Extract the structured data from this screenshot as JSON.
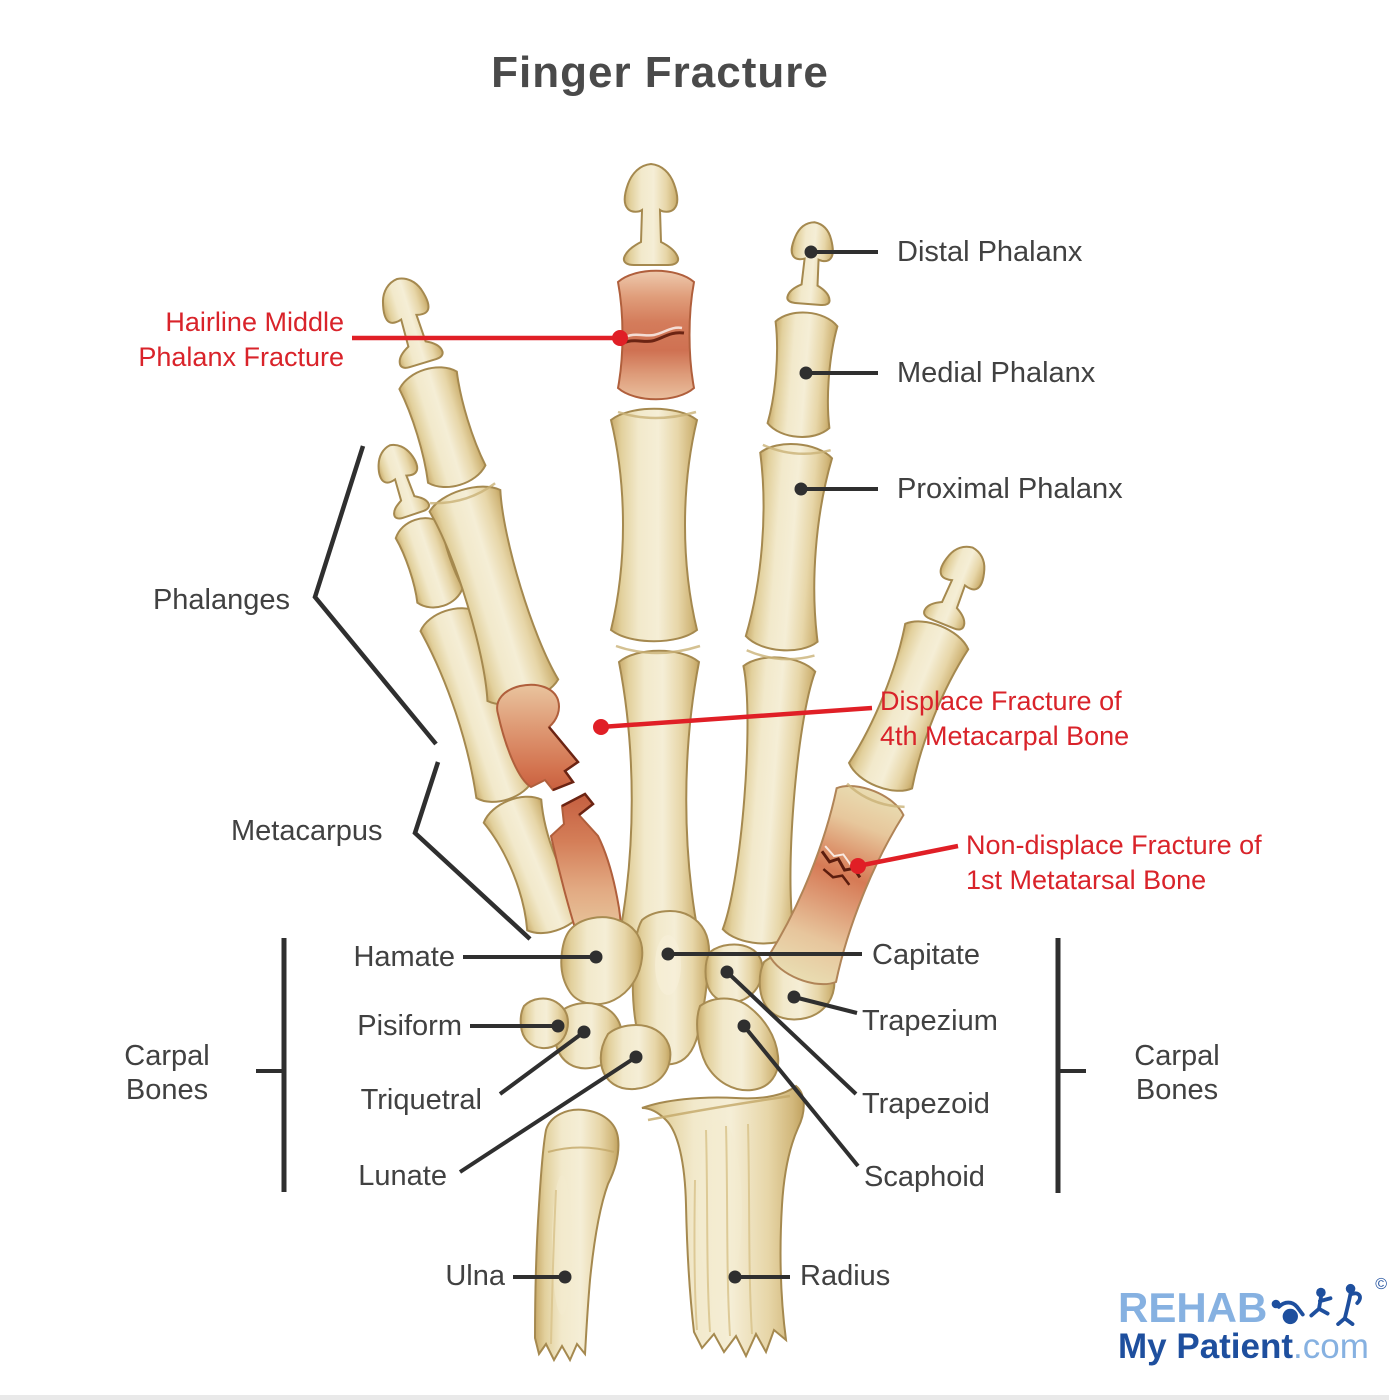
{
  "title": "Finger Fracture",
  "bone_labels": {
    "distal_phalanx": "Distal Phalanx",
    "medial_phalanx": "Medial Phalanx",
    "proximal_phalanx": "Proximal Phalanx",
    "phalanges": "Phalanges",
    "metacarpus": "Metacarpus",
    "hamate": "Hamate",
    "pisiform": "Pisiform",
    "triquetral": "Triquetral",
    "lunate": "Lunate",
    "capitate": "Capitate",
    "trapezium": "Trapezium",
    "trapezoid": "Trapezoid",
    "scaphoid": "Scaphoid",
    "ulna": "Ulna",
    "radius": "Radius"
  },
  "carpal_group_label": {
    "line1": "Carpal",
    "line2": "Bones"
  },
  "fracture_labels": {
    "hairline": {
      "line1": "Hairline Middle",
      "line2": "Phalanx Fracture"
    },
    "displaced": {
      "line1": "Displace Fracture of",
      "line2": "4th Metacarpal Bone"
    },
    "non_displaced": {
      "line1": "Non-displace Fracture of",
      "line2": "1st Metatarsal Bone"
    }
  },
  "logo": {
    "brand_top": "REHAB",
    "brand_bottom": "My Patient",
    "brand_suffix": ".com",
    "copyright": "©"
  },
  "colors": {
    "label_text": "#414141",
    "fracture_text": "#d9232a",
    "leader_line": "#2f2f2f",
    "fracture_line": "#e01f26",
    "bone_light": "#f4ecd2",
    "bone_mid": "#e9dcae",
    "bone_shadow": "#d3ba7e",
    "bone_outline": "#a5894f",
    "fracture_bone": "#d4765a",
    "logo_light_blue": "#86b1e1",
    "logo_dark_blue": "#1e4f9e",
    "background": "#ffffff"
  }
}
